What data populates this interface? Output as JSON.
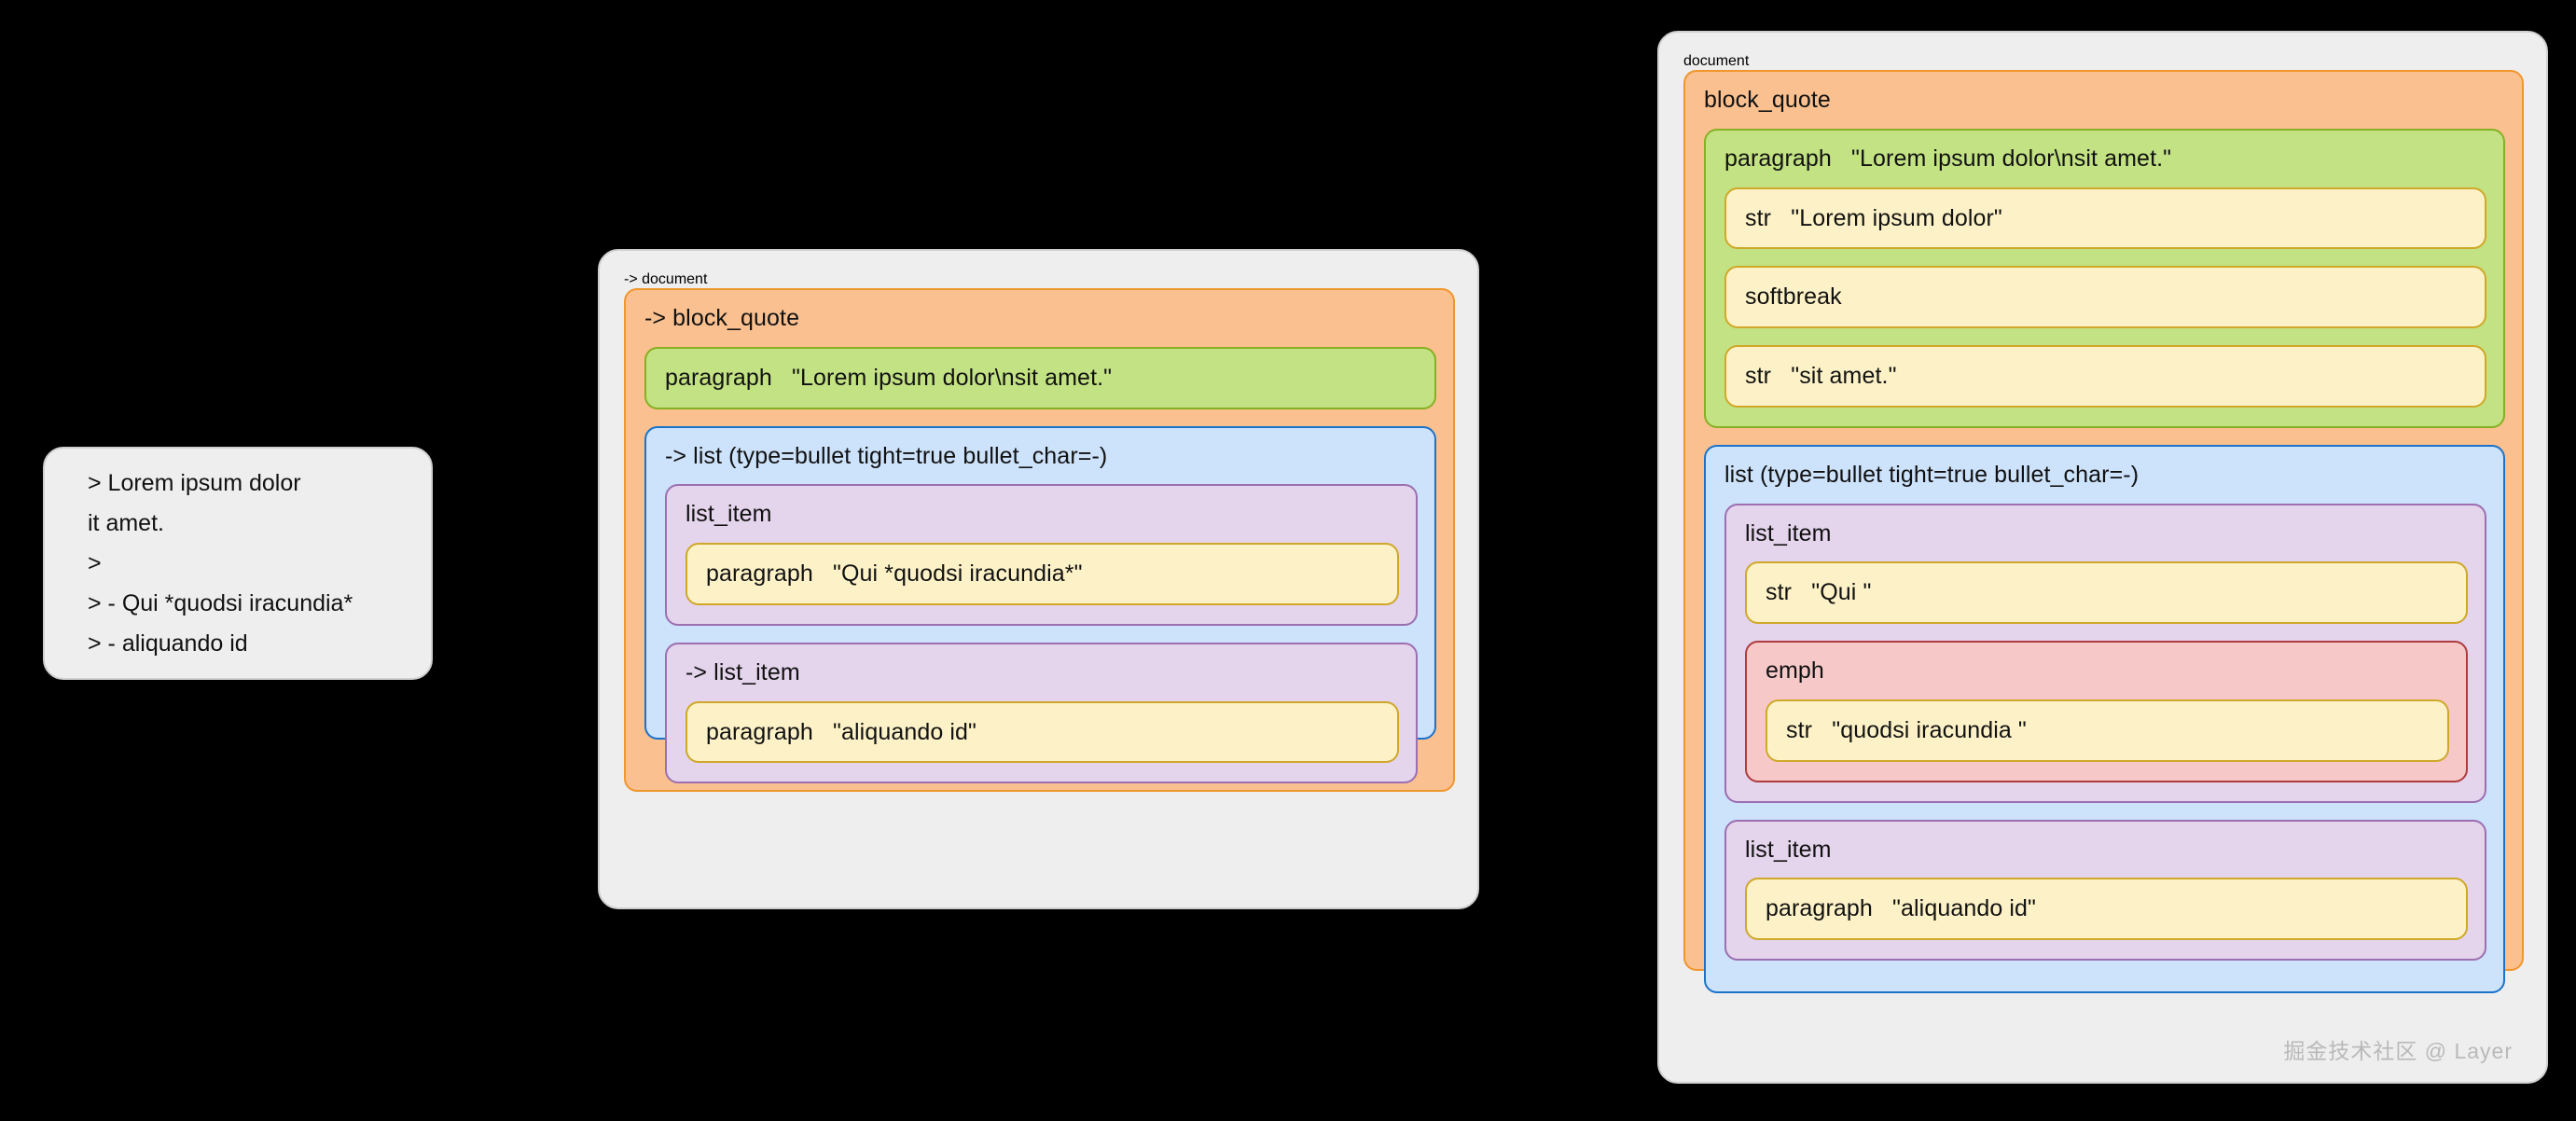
{
  "background_color": "#000000",
  "palette": {
    "shell_fill": "#eeeeee",
    "shell_border": "#cfcfcf",
    "orange_fill": "#fac090",
    "orange_border": "#f0962e",
    "green_fill": "#c3e283",
    "green_border": "#86b023",
    "blue_fill": "#cde2fb",
    "blue_border": "#1a73c8",
    "purple_fill": "#e4d4ec",
    "purple_border": "#9c6fb1",
    "yellow_fill": "#fdf2c7",
    "yellow_border": "#cfa829",
    "pink_fill": "#f7c8c8",
    "pink_border": "#ae3c3c",
    "text": "#111111",
    "watermark": "#b9b9b9"
  },
  "source_card": {
    "lines": [
      "> Lorem ipsum dolor",
      "it amet.",
      ">",
      "> - Qui *quodsi iracundia*",
      "> - aliquando id"
    ]
  },
  "diagram_mid": {
    "document_label": "-> document",
    "block_quote_label": "-> block_quote",
    "paragraph_label": "paragraph",
    "paragraph_literal": "\"Lorem ipsum dolor\\nsit amet.\"",
    "list_label": "-> list (type=bullet tight=true bullet_char=-)",
    "list_item_1_label": "list_item",
    "list_item_1_paragraph_label": "paragraph",
    "list_item_1_paragraph_literal": "\"Qui *quodsi iracundia*\"",
    "list_item_2_label": "-> list_item",
    "list_item_2_paragraph_label": "paragraph",
    "list_item_2_paragraph_literal": "\"aliquando id\""
  },
  "diagram_right": {
    "document_label": "document",
    "block_quote_label": "block_quote",
    "paragraph_label": "paragraph",
    "paragraph_literal": "\"Lorem ipsum dolor\\nsit amet.\"",
    "str_1_label": "str",
    "str_1_literal": "\"Lorem ipsum dolor\"",
    "softbreak_label": "softbreak",
    "str_2_label": "str",
    "str_2_literal": "\"sit amet.\"",
    "list_label": "list (type=bullet tight=true bullet_char=-)",
    "list_item_1_label": "list_item",
    "li1_str_label": "str",
    "li1_str_literal": "\"Qui \"",
    "emph_label": "emph",
    "emph_str_label": "str",
    "emph_str_literal": "\"quodsi iracundia \"",
    "list_item_2_label": "list_item",
    "li2_paragraph_label": "paragraph",
    "li2_paragraph_literal": "\"aliquando id\""
  },
  "watermark": {
    "text": "掘金技术社区 @ Layer"
  }
}
